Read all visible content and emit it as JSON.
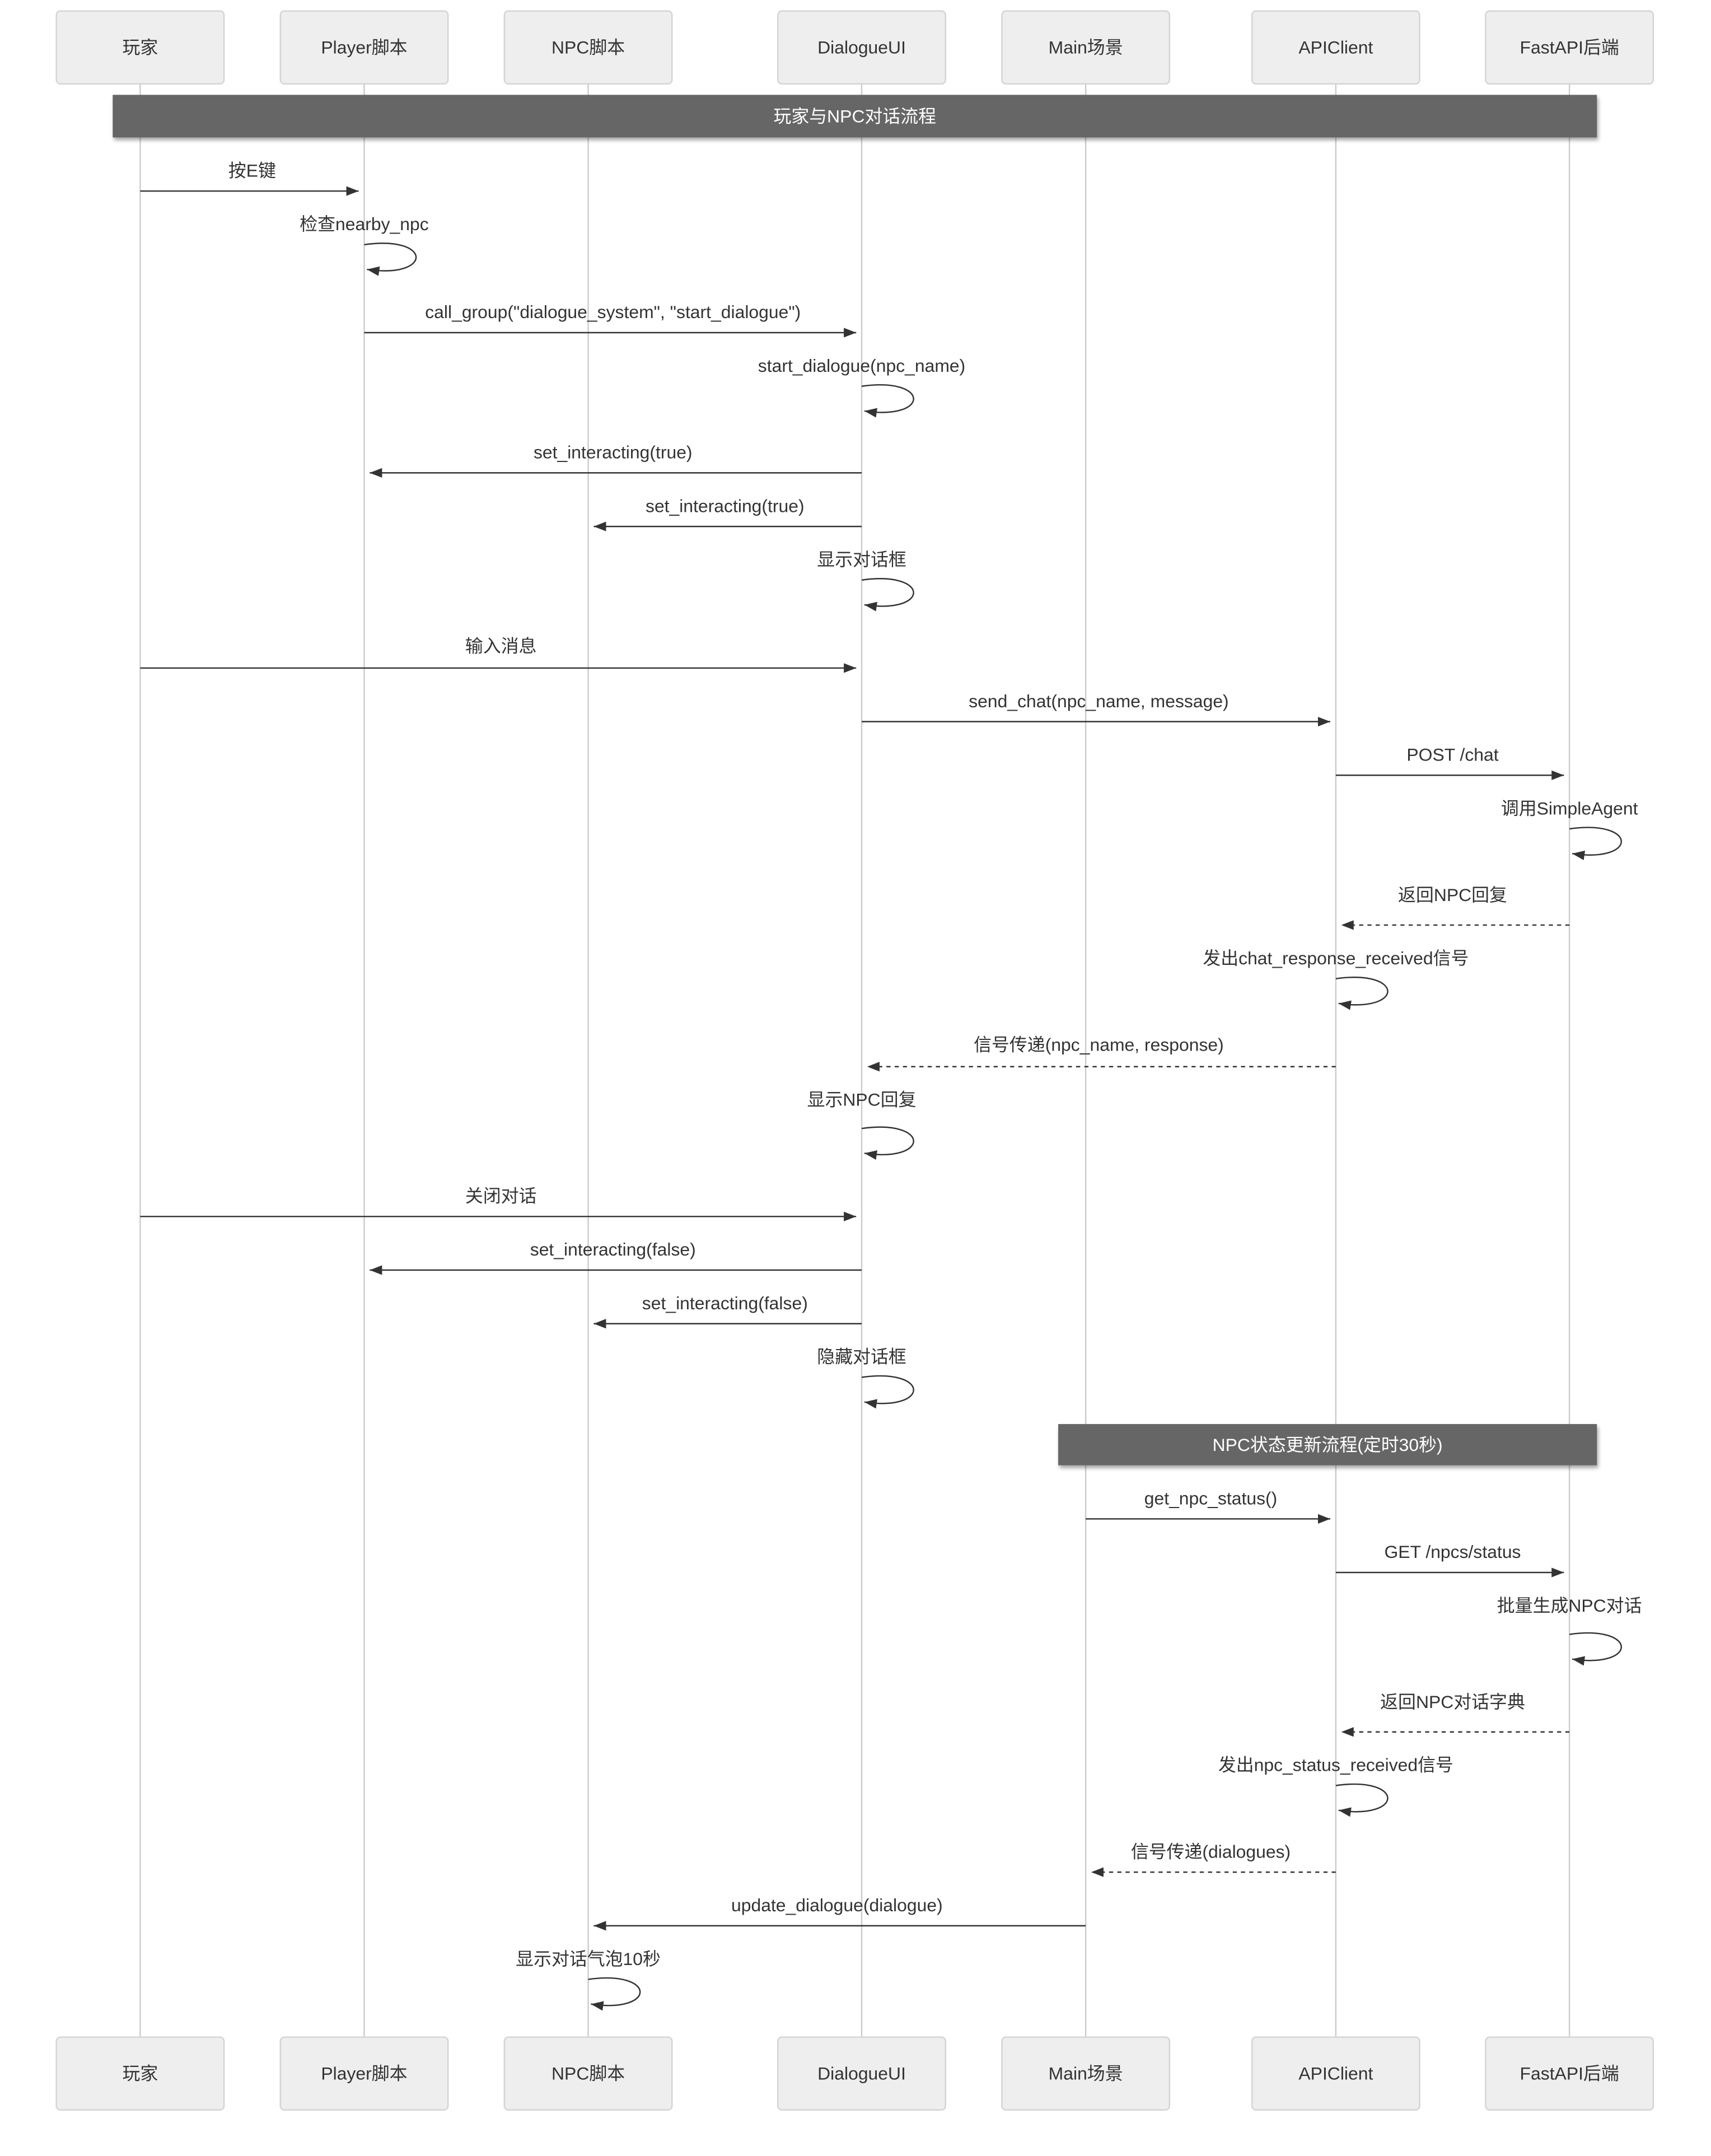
{
  "participants": [
    {
      "label": "玩家"
    },
    {
      "label": "Player脚本"
    },
    {
      "label": "NPC脚本"
    },
    {
      "label": "DialogueUI"
    },
    {
      "label": "Main场景"
    },
    {
      "label": "APIClient"
    },
    {
      "label": "FastAPI后端"
    }
  ],
  "sequence": [
    {
      "type": "note",
      "span": [
        0,
        6
      ],
      "text": "玩家与NPC对话流程"
    },
    {
      "type": "message",
      "from": 0,
      "to": 1,
      "text": "按E键"
    },
    {
      "type": "self",
      "from": 1,
      "to": 1,
      "text": "检查nearby_npc"
    },
    {
      "type": "message",
      "from": 1,
      "to": 3,
      "text": "call_group(\"dialogue_system\", \"start_dialogue\")"
    },
    {
      "type": "self",
      "from": 3,
      "to": 3,
      "text": "start_dialogue(npc_name)"
    },
    {
      "type": "message",
      "from": 3,
      "to": 1,
      "text": "set_interacting(true)"
    },
    {
      "type": "message",
      "from": 3,
      "to": 2,
      "text": "set_interacting(true)"
    },
    {
      "type": "self",
      "from": 3,
      "to": 3,
      "text": "显示对话框"
    },
    {
      "type": "message",
      "from": 0,
      "to": 3,
      "text": "输入消息"
    },
    {
      "type": "message",
      "from": 3,
      "to": 5,
      "text": "send_chat(npc_name, message)"
    },
    {
      "type": "message",
      "from": 5,
      "to": 6,
      "text": "POST /chat"
    },
    {
      "type": "self",
      "from": 6,
      "to": 6,
      "text": "调用SimpleAgent"
    },
    {
      "type": "reply",
      "from": 6,
      "to": 5,
      "text": "返回NPC回复"
    },
    {
      "type": "self",
      "from": 5,
      "to": 5,
      "text": "发出chat_response_received信号"
    },
    {
      "type": "reply",
      "from": 5,
      "to": 3,
      "text": "信号传递(npc_name, response)"
    },
    {
      "type": "self",
      "from": 3,
      "to": 3,
      "text": "显示NPC回复"
    },
    {
      "type": "message",
      "from": 0,
      "to": 3,
      "text": "关闭对话"
    },
    {
      "type": "message",
      "from": 3,
      "to": 1,
      "text": "set_interacting(false)"
    },
    {
      "type": "message",
      "from": 3,
      "to": 2,
      "text": "set_interacting(false)"
    },
    {
      "type": "self",
      "from": 3,
      "to": 3,
      "text": "隐藏对话框"
    },
    {
      "type": "note",
      "span": [
        4,
        6
      ],
      "text": "NPC状态更新流程(定时30秒)"
    },
    {
      "type": "message",
      "from": 4,
      "to": 5,
      "text": "get_npc_status()"
    },
    {
      "type": "message",
      "from": 5,
      "to": 6,
      "text": "GET /npcs/status"
    },
    {
      "type": "self",
      "from": 6,
      "to": 6,
      "text": "批量生成NPC对话"
    },
    {
      "type": "reply",
      "from": 6,
      "to": 5,
      "text": "返回NPC对话字典"
    },
    {
      "type": "self",
      "from": 5,
      "to": 5,
      "text": "发出npc_status_received信号"
    },
    {
      "type": "reply",
      "from": 5,
      "to": 4,
      "text": "信号传递(dialogues)"
    },
    {
      "type": "message",
      "from": 4,
      "to": 2,
      "text": "update_dialogue(dialogue)"
    },
    {
      "type": "self",
      "from": 2,
      "to": 2,
      "text": "显示对话气泡10秒"
    }
  ],
  "theme": {
    "box_fill": "#eeeeee",
    "box_stroke": "#d4d4d4",
    "lifeline": "#cccccc",
    "ink": "#333333",
    "note_fill": "#666666",
    "note_text": "#ffffff"
  }
}
